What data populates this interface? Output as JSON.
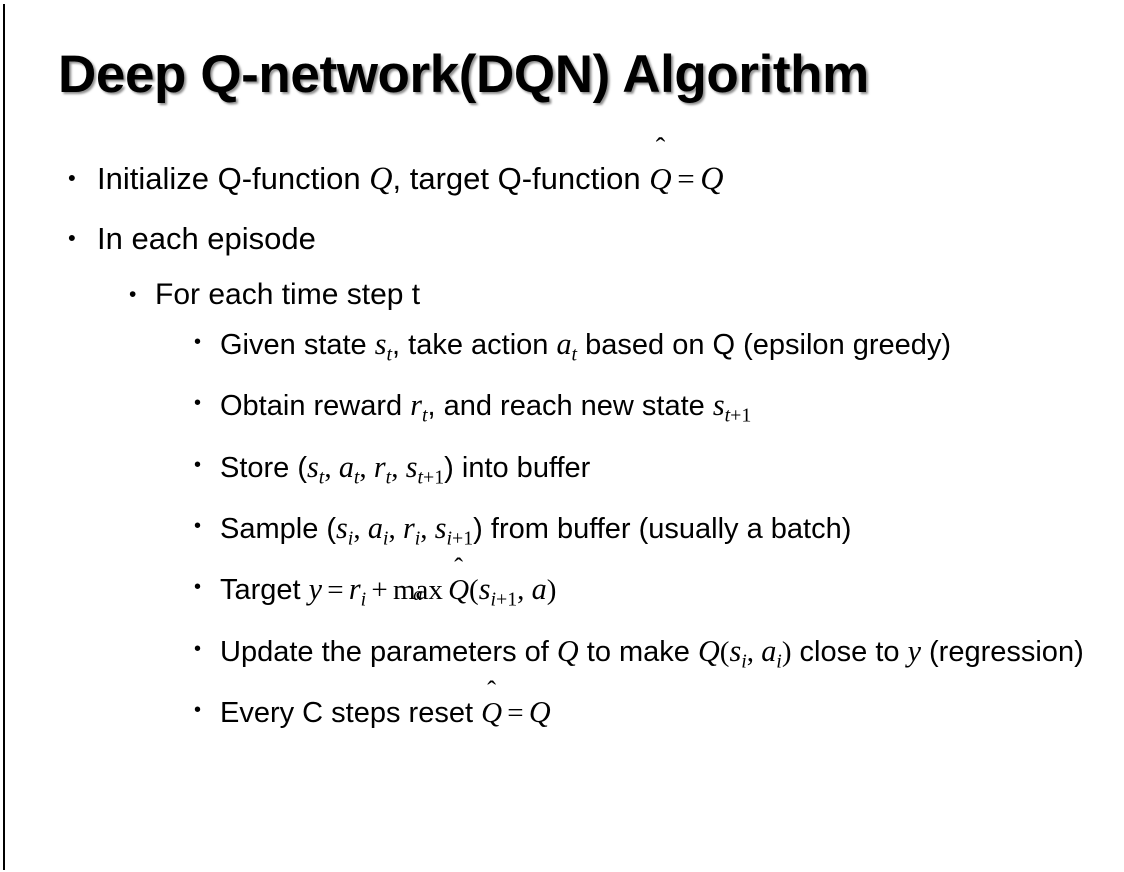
{
  "slide": {
    "title": "Deep Q-network(DQN) Algorithm",
    "background_color": "#ffffff",
    "text_color": "#000000",
    "rule_color": "#000000",
    "bullet_glyph": "•"
  },
  "content": {
    "b1": {
      "prefix": "Initialize Q-function ",
      "var_q1": "Q",
      "mid": ", target Q-function ",
      "hat_q": "Q",
      "hat_mark": "̂",
      "eq": "=",
      "var_q2": "Q"
    },
    "b2": {
      "text": "In each episode"
    },
    "b3": {
      "text": "For each time step t"
    },
    "b4": {
      "p1": "Given state ",
      "s": "s",
      "s_sub": "t",
      "p2": ", take action ",
      "a": "a",
      "a_sub": "t",
      "p3": " based on Q (epsilon greedy)"
    },
    "b5": {
      "p1": "Obtain reward ",
      "r": "r",
      "r_sub": "t",
      "p2": ", and reach new state ",
      "s": "s",
      "s_sub_var": "t",
      "s_sub_num": "+1"
    },
    "b6": {
      "p1": "Store (",
      "s1": "s",
      "s1_sub": "t",
      "c1": ", ",
      "a1": "a",
      "a1_sub": "t",
      "c2": ", ",
      "r1": "r",
      "r1_sub": "t",
      "c3": ", ",
      "s2": "s",
      "s2_sub_var": "t",
      "s2_sub_num": "+1",
      "p2": ") into buffer"
    },
    "b7": {
      "p1": "Sample (",
      "s1": "s",
      "s1_sub": "i",
      "c1": ", ",
      "a1": "a",
      "a1_sub": "i",
      "c2": ", ",
      "r1": "r",
      "r1_sub": "i",
      "c3": ", ",
      "s2": "s",
      "s2_sub_var": "i",
      "s2_sub_num": "+1",
      "p2": ") from buffer (usually a batch)"
    },
    "b8": {
      "p1": "Target ",
      "y": "y",
      "eq": "=",
      "r": "r",
      "r_sub": "i",
      "plus": "+",
      "maxop": "max",
      "max_under": "a",
      "hat_q": "Q",
      "hat_mark": "̂",
      "paren_open": "(",
      "s": "s",
      "s_sub_var": "i",
      "s_sub_num": "+1",
      "comma": ", ",
      "a": "a",
      "paren_close": ")"
    },
    "b9": {
      "p1": "Update the parameters of ",
      "q1": "Q",
      "p2": " to make ",
      "q2": "Q",
      "paren_open": "(",
      "s": "s",
      "s_sub": "i",
      "comma": ", ",
      "a": "a",
      "a_sub": "i",
      "paren_close": ")",
      "p3": " close to ",
      "y": "y",
      "p4": " (regression)"
    },
    "b10": {
      "p1": "Every C steps reset ",
      "hat_q": "Q",
      "hat_mark": "̂",
      "eq": "=",
      "q": "Q"
    }
  }
}
